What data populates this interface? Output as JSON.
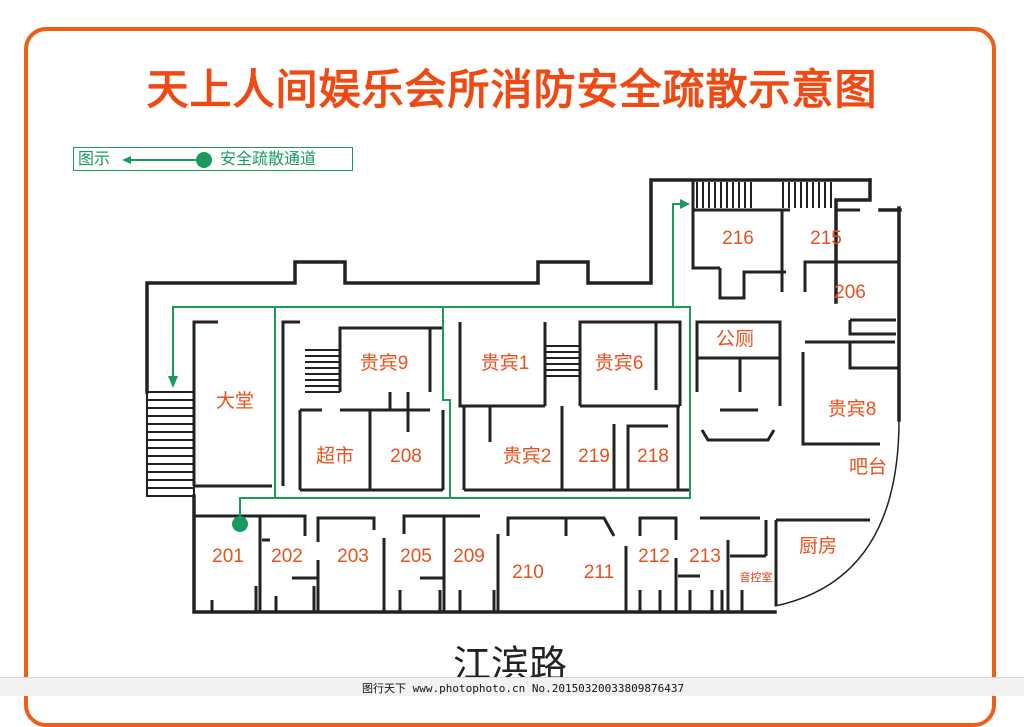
{
  "title": "天上人间娱乐会所消防安全疏散示意图",
  "legend": {
    "prefix": "图示",
    "label": "安全疏散通道"
  },
  "street": "江滨路",
  "watermark": "图行天下 www.photophoto.cn No.20150320033809876437",
  "colors": {
    "title": "#ef4a14",
    "frame": "#ee5e17",
    "room_text": "#e8501c",
    "route": "#1a9a5c",
    "wall": "#222222"
  },
  "rooms": {
    "r216": "216",
    "r215": "215",
    "r206": "206",
    "toilet": "公厕",
    "vip9": "贵宾9",
    "vip1": "贵宾1",
    "vip6": "贵宾6",
    "vip8": "贵宾8",
    "lobby": "大堂",
    "market": "超市",
    "r208": "208",
    "vip2": "贵宾2",
    "r219": "219",
    "r218": "218",
    "bar": "吧台",
    "r201": "201",
    "r202": "202",
    "r203": "203",
    "r205": "205",
    "r209": "209",
    "r210": "210",
    "r211": "211",
    "r212": "212",
    "r213": "213",
    "audio": "音控室",
    "kitchen": "厨房"
  }
}
